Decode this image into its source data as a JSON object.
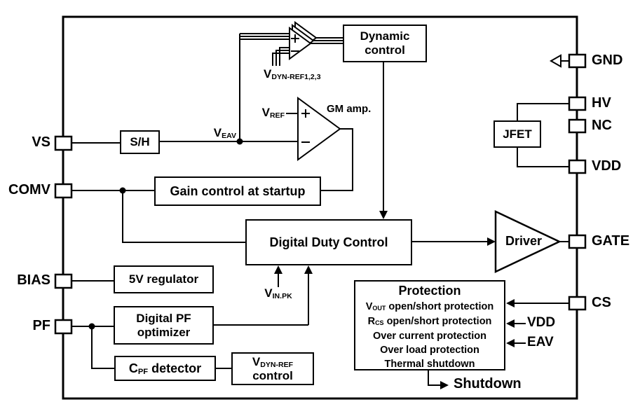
{
  "diagram": {
    "pins_left": [
      {
        "label": "VS"
      },
      {
        "label": "COMV"
      },
      {
        "label": "BIAS"
      },
      {
        "label": "PF"
      }
    ],
    "pins_right": [
      {
        "label": "GND"
      },
      {
        "label": "HV"
      },
      {
        "label": "NC"
      },
      {
        "label": "VDD"
      },
      {
        "label": "GATE"
      },
      {
        "label": "CS"
      }
    ],
    "blocks": {
      "sample_hold": {
        "label": "S/H"
      },
      "dynamic_control": {
        "line1": "Dynamic",
        "line2": "control"
      },
      "gain_control": {
        "label": "Gain control at startup"
      },
      "digital_duty_control": {
        "label": "Digital Duty Control"
      },
      "regulator_5v": {
        "label": "5V regulator"
      },
      "digital_pf_optimizer": {
        "line1": "Digital PF",
        "line2": "optimizer"
      },
      "cpf_detector": {
        "pre": "C",
        "sub": "PF",
        "post": " detector"
      },
      "vdyn_ref_control": {
        "line1_main": "V",
        "line1_sub": "DYN-REF",
        "line2": "control"
      },
      "jfet": {
        "label": "JFET"
      },
      "driver": {
        "label": "Driver"
      },
      "protection": {
        "title": "Protection",
        "items": [
          {
            "pre": "V",
            "sub": "OUT",
            "post": " open/short protection"
          },
          {
            "pre": "R",
            "sub": "CS",
            "post": " open/short protection"
          },
          {
            "text": "Over current protection"
          },
          {
            "text": "Over load protection"
          },
          {
            "text": "Thermal shutdown"
          }
        ]
      }
    },
    "labels": {
      "veav": {
        "main": "V",
        "sub": "EAV"
      },
      "vref": {
        "main": "V",
        "sub": "REF"
      },
      "vdyn_ref_123": {
        "main": "V",
        "sub": "DYN-REF1,2,3"
      },
      "vin_pk": {
        "main": "V",
        "sub": "IN.PK"
      },
      "gm_amp": "GM amp.",
      "shutdown": "Shutdown",
      "vdd_input": "VDD",
      "eav_input": "EAV"
    },
    "colors": {
      "line": "#000000",
      "background": "#ffffff"
    }
  }
}
